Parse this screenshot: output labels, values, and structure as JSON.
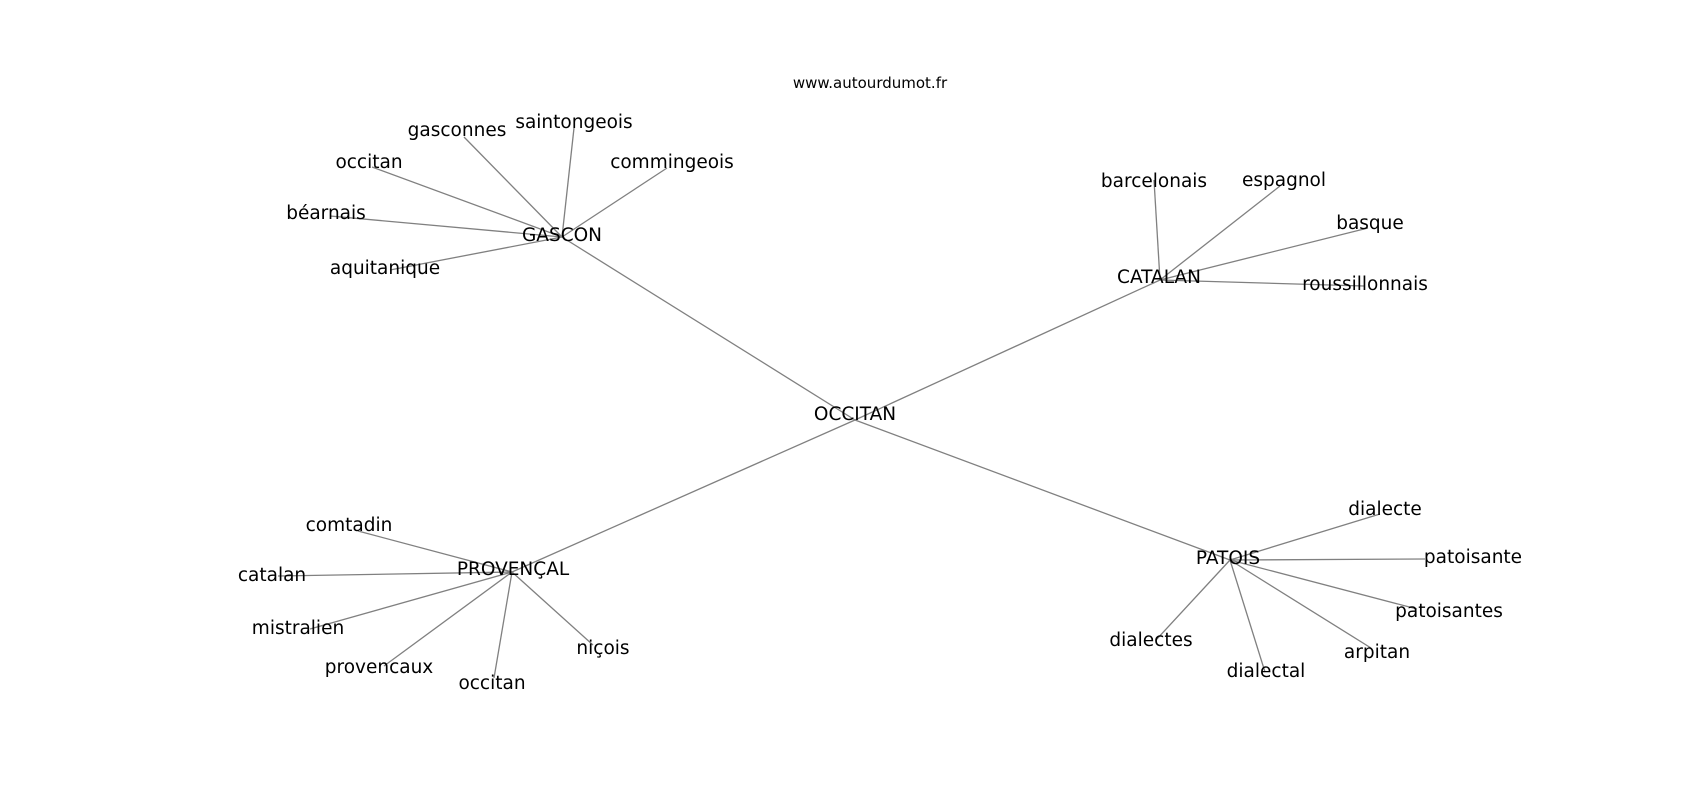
{
  "site_title": "www.autourdumot.fr",
  "graph": {
    "center": "OCCITAN",
    "hubs": [
      {
        "id": "gascon",
        "label": "GASCON",
        "leaves": [
          {
            "id": "saintongeois",
            "label": "saintongeois"
          },
          {
            "id": "gasconnes",
            "label": "gasconnes"
          },
          {
            "id": "commingeois",
            "label": "commingeois"
          },
          {
            "id": "occitan-g",
            "label": "occitan"
          },
          {
            "id": "bearnais",
            "label": "béarnais"
          },
          {
            "id": "aquitanique",
            "label": "aquitanique"
          }
        ]
      },
      {
        "id": "catalan",
        "label": "CATALAN",
        "leaves": [
          {
            "id": "barcelonais",
            "label": "barcelonais"
          },
          {
            "id": "espagnol",
            "label": "espagnol"
          },
          {
            "id": "basque",
            "label": "basque"
          },
          {
            "id": "roussillonnais",
            "label": "roussillonnais"
          }
        ]
      },
      {
        "id": "provencal",
        "label": "PROVENÇAL",
        "leaves": [
          {
            "id": "comtadin",
            "label": "comtadin"
          },
          {
            "id": "catalan-p",
            "label": "catalan"
          },
          {
            "id": "mistralien",
            "label": "mistralien"
          },
          {
            "id": "provencaux",
            "label": "provencaux"
          },
          {
            "id": "occitan-p",
            "label": "occitan"
          },
          {
            "id": "nicois",
            "label": "niçois"
          }
        ]
      },
      {
        "id": "patois",
        "label": "PATOIS",
        "leaves": [
          {
            "id": "dialecte",
            "label": "dialecte"
          },
          {
            "id": "patoisante",
            "label": "patoisante"
          },
          {
            "id": "patoisantes",
            "label": "patoisantes"
          },
          {
            "id": "arpitan",
            "label": "arpitan"
          },
          {
            "id": "dialectal",
            "label": "dialectal"
          },
          {
            "id": "dialectes",
            "label": "dialectes"
          }
        ]
      }
    ]
  }
}
